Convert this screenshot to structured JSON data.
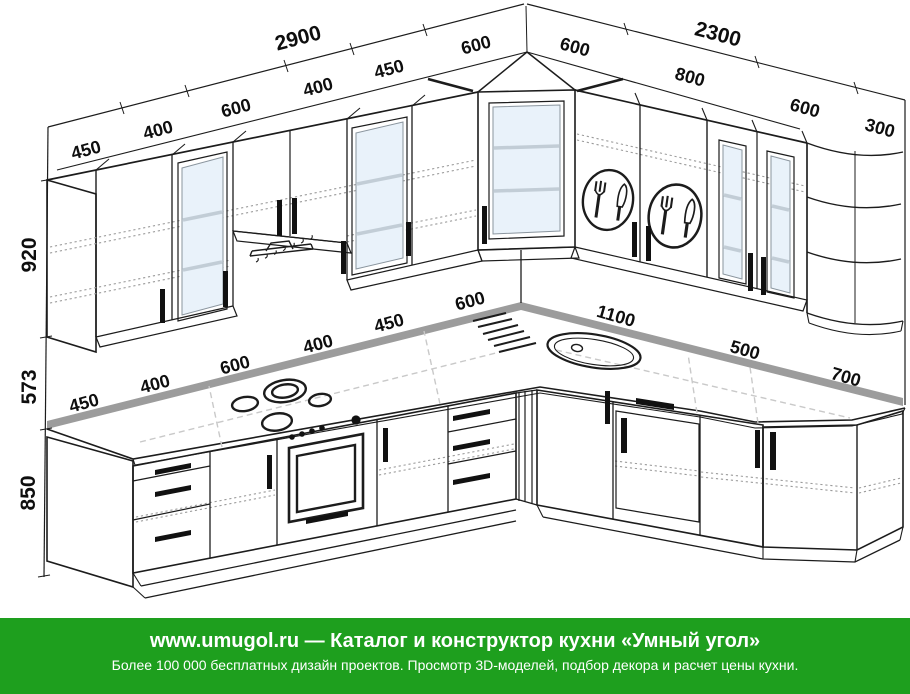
{
  "banner": {
    "line1": "www.umugol.ru — Каталог и конструктор кухни «Умный угол»",
    "line2": "Более 100 000 бесплатных дизайн проектов. Просмотр 3D-моделей, подбор декора и расчет цены кухни."
  },
  "dimensions": {
    "wall_left_total": "2900",
    "wall_right_total": "2300",
    "upper_left": [
      "450",
      "400",
      "600",
      "400",
      "450",
      "600"
    ],
    "upper_right": [
      "600",
      "800",
      "600",
      "300"
    ],
    "counter_left": [
      "450",
      "400",
      "600",
      "400",
      "450",
      "600"
    ],
    "counter_right": [
      "1100",
      "500",
      "700"
    ],
    "height_upper_cabinets": "920",
    "height_apron": "573",
    "height_base_cabinets": "850"
  },
  "colors": {
    "banner_green": "#1e9f1e",
    "glass_blue": "#e9f2fa",
    "backsplash_gray": "#9c9c9c",
    "line_black": "#1c1c1c"
  }
}
